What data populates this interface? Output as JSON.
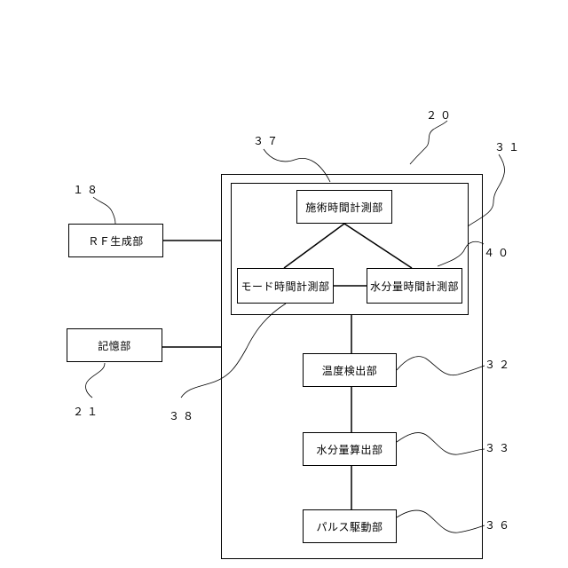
{
  "diagram": {
    "blocks": {
      "rf": "ＲＦ生成部",
      "memory": "記憶部",
      "treatment": "施術時間計測部",
      "mode": "モード時間計測部",
      "moisture_time": "水分量時間計測部",
      "temperature": "温度検出部",
      "moisture_calc": "水分量算出部",
      "pulse": "パルス駆動部"
    },
    "reference_numbers": {
      "n20": "２０",
      "n37": "３７",
      "n31": "３１",
      "n18": "１８",
      "n40": "４０",
      "n21": "２１",
      "n38": "３８",
      "n32": "３２",
      "n33": "３３",
      "n36": "３６"
    }
  }
}
